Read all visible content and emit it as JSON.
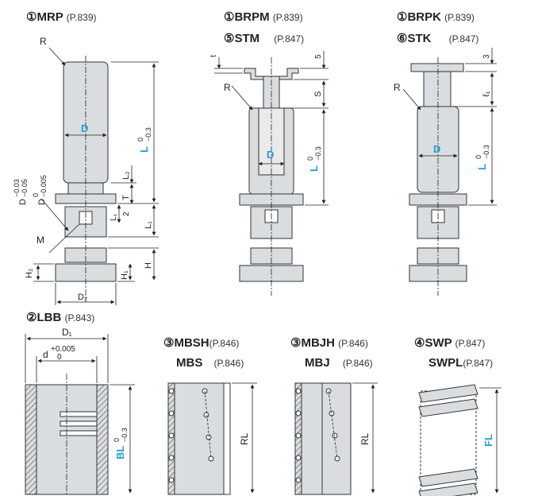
{
  "colors": {
    "part_fill": "#d9dde0",
    "part_stroke": "#333333",
    "accent": "#1fa0d8",
    "line": "#222222"
  },
  "titles": {
    "mrp": {
      "name": "①MRP",
      "page": "(P.839)"
    },
    "brpm": {
      "name": "①BRPM",
      "page": "(P.839)"
    },
    "stm": {
      "name": "⑤STM",
      "page": "(P.847)"
    },
    "brpk": {
      "name": "①BRPK",
      "page": "(P.839)"
    },
    "stk": {
      "name": "⑥STK",
      "page": "(P.847)"
    },
    "lbb": {
      "name": "②LBB",
      "page": "(P.843)"
    },
    "mbsh": {
      "name": "③MBSH",
      "page": "(P.846)"
    },
    "mbs": {
      "name": "MBS",
      "page": "(P.846)"
    },
    "mbjh": {
      "name": "③MBJH",
      "page": "(P.846)"
    },
    "mbj": {
      "name": "MBJ",
      "page": "(P.846)"
    },
    "swp": {
      "name": "④SWP",
      "page": "(P.847)"
    },
    "swpl": {
      "name": "SWPL",
      "page": "(P.847)"
    }
  },
  "dims": {
    "R": "R",
    "D": "D",
    "L": "L",
    "tol_L_upper": "0",
    "tol_L_lower": "−0.3",
    "L2": "L₂",
    "T": "T",
    "L1": "L₁",
    "two": "2",
    "M": "M",
    "H": "H",
    "H1": "H₁",
    "H2": "H₂",
    "D2": "D₂",
    "D_shank": "D",
    "tol_d_a1": "−0.03",
    "tol_d_a2": "−0.05",
    "tol_d_b1": "0",
    "tol_d_b2": "−0.005",
    "t": "t",
    "five": "5",
    "S": "S",
    "three": "3",
    "ell1": "ℓ₁",
    "D1": "D₁",
    "d": "d",
    "tol_dd_upper": "+0.005",
    "tol_dd_lower": "0",
    "BL": "BL",
    "tol_BL_upper": "0",
    "tol_BL_lower": "−0.3",
    "RL": "RL",
    "FL": "FL"
  }
}
